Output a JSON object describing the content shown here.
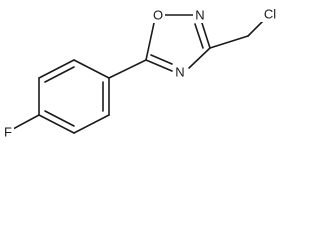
{
  "molecule": {
    "atoms": {
      "ring_oxygen": "O",
      "ring_n2": "N",
      "ring_n4": "N",
      "chlorine": "Cl",
      "fluorine": "F"
    }
  },
  "colors": {
    "ink": "#1a1a1a",
    "background": "#ffffff"
  }
}
